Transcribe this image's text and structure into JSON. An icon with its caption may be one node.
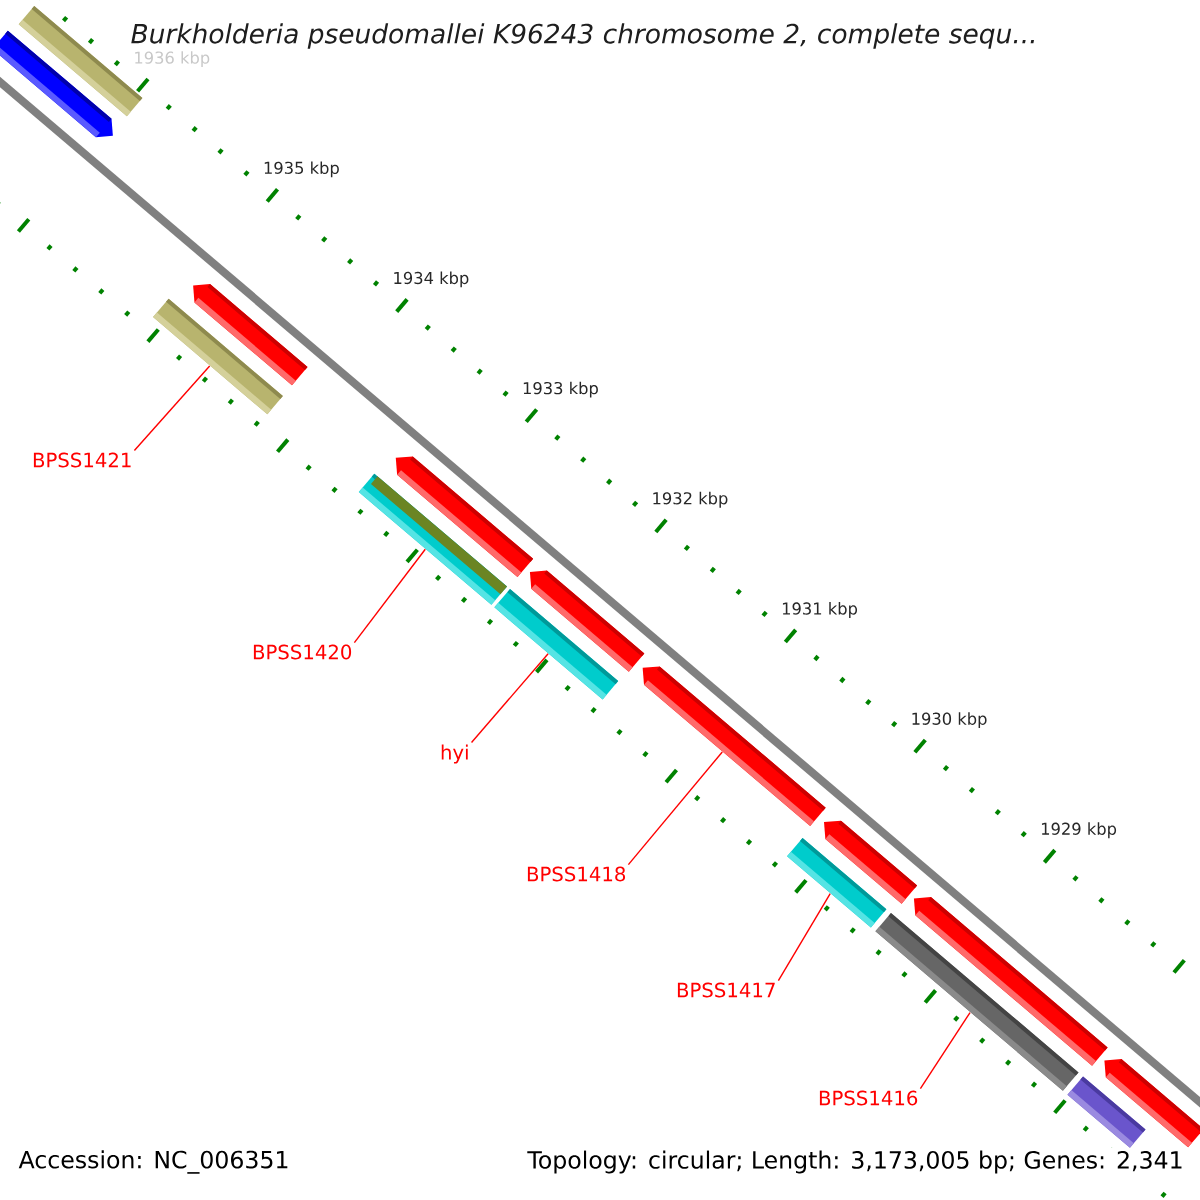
{
  "diagram": {
    "title": "Burkholderia pseudomallei K96243 chromosome 2, complete sequ...",
    "nodes": [
      {
        "text": [
          "BPSS1421"
        ]
      },
      {
        "text": [
          "BPSS1420"
        ]
      },
      {
        "text": [
          "hyi"
        ]
      },
      {
        "text": [
          "BPSS1418"
        ]
      },
      {
        "text": [
          "BPSS1417"
        ]
      },
      {
        "text": [
          "BPSS1416"
        ]
      },
      {
        "text": [],
        "shape": "bar"
      },
      {
        "text": [],
        "shape": "bar"
      },
      {
        "text": [],
        "shape": "bar"
      },
      {
        "text": [],
        "shape": "bar"
      },
      {
        "text": [],
        "shape": "bar"
      },
      {
        "text": [],
        "shape": "bar"
      },
      {
        "text": [],
        "shape": "bar"
      },
      {
        "text": [],
        "shape": "bar"
      },
      {
        "text": [],
        "shape": "bar"
      },
      {
        "text": [],
        "shape": "bar"
      },
      {
        "text": [],
        "shape": "bar"
      },
      {
        "text": [],
        "shape": "bar"
      },
      {
        "text": [],
        "shape": "bar"
      },
      {
        "text": [],
        "shape": "bar"
      },
      {
        "text": [],
        "shape": "bar"
      }
    ],
    "edges": [
      {
        "from": 0,
        "to": 9,
        "arrow": "none"
      },
      {
        "from": 1,
        "to": 11,
        "arrow": "none"
      },
      {
        "from": 2,
        "to": 13,
        "arrow": "none"
      },
      {
        "from": 3,
        "to": 14,
        "arrow": "none"
      },
      {
        "from": 4,
        "to": 16,
        "arrow": "none"
      },
      {
        "from": 5,
        "to": 18,
        "arrow": "none"
      }
    ],
    "labels": [
      "1936 kbp",
      "1935 kbp",
      "1934 kbp",
      "1933 kbp",
      "1932 kbp",
      "1931 kbp",
      "1930 kbp",
      "1929 kbp",
      "Accession: NC_006351",
      "Topology: circular; Length: 3,173,005 bp; Genes: 2,341"
    ]
  }
}
